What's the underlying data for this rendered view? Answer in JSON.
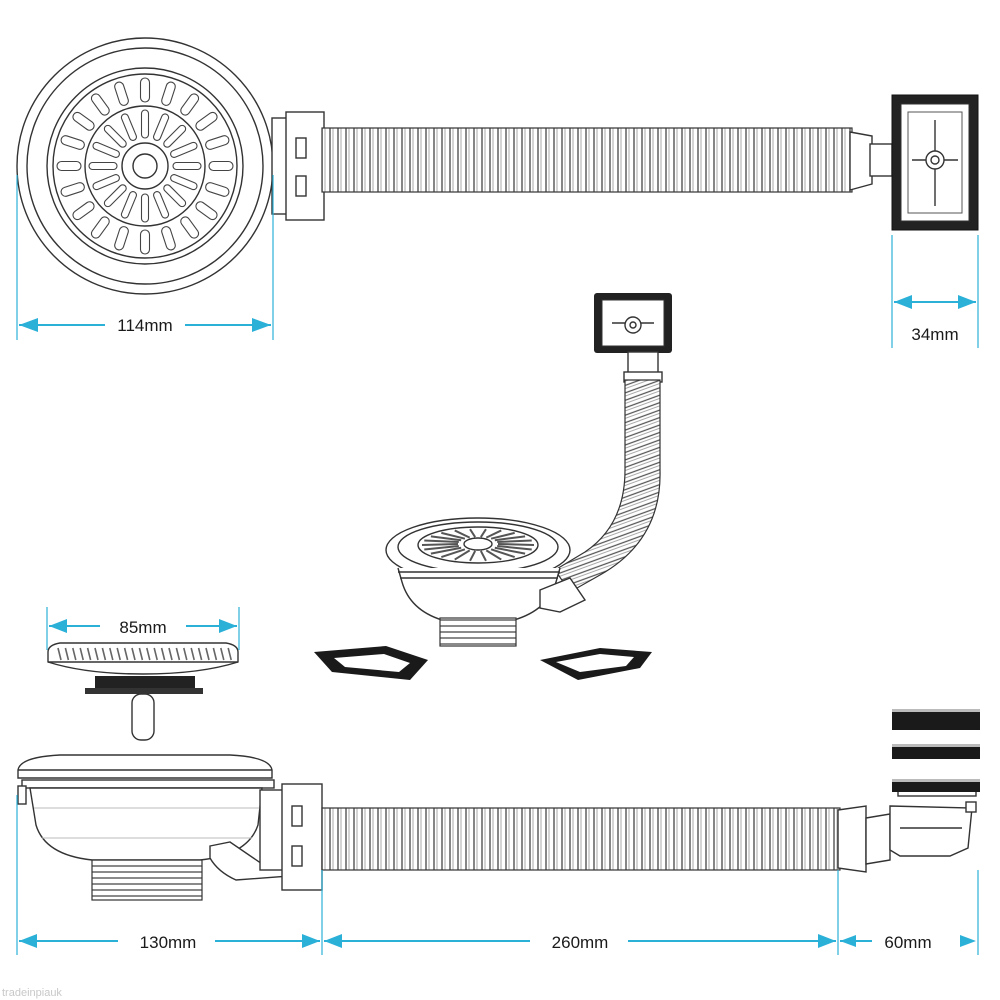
{
  "dimensions": {
    "basket_diameter": "114mm",
    "overflow_width": "34mm",
    "strainer_diameter": "85mm",
    "waste_body": "130mm",
    "hose_length": "260mm",
    "overflow_depth": "60mm"
  },
  "watermark": "tradeinpiauk",
  "colors": {
    "dimension": "#2bb0d8",
    "line": "#333333",
    "gasket": "#1a1a1a"
  }
}
